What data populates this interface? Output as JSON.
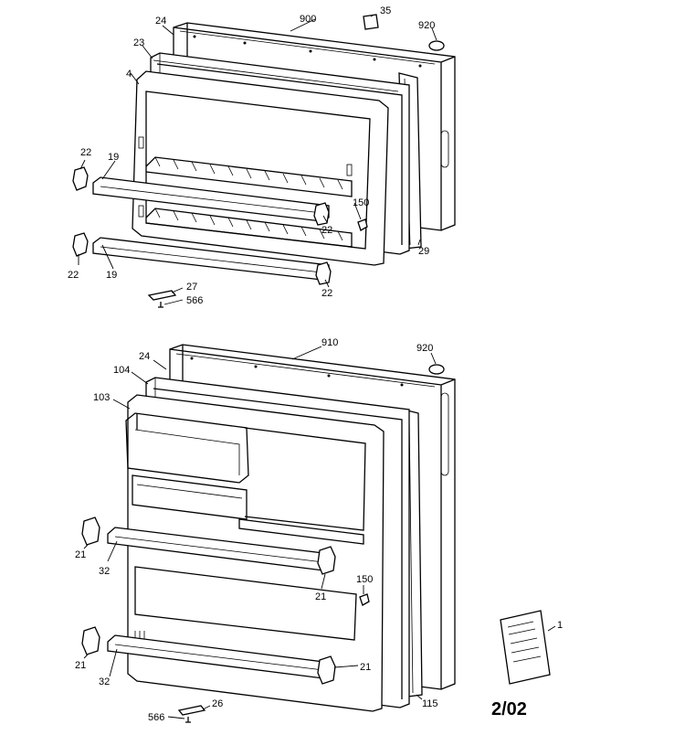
{
  "diagram": {
    "date_code": "2/02",
    "callouts": {
      "c900": "900",
      "c35": "35",
      "c920_top": "920",
      "c24_top": "24",
      "c23": "23",
      "c4": "4",
      "c22_a": "22",
      "c19_a": "19",
      "c150_top": "150",
      "c22_b": "22",
      "c29": "29",
      "c22_c": "22",
      "c19_b": "19",
      "c22_d": "22",
      "c27": "27",
      "c566_top": "566",
      "c910": "910",
      "c920_bot": "920",
      "c24_bot": "24",
      "c104": "104",
      "c103": "103",
      "c21_a": "21",
      "c32_a": "32",
      "c21_b": "21",
      "c150_bot": "150",
      "c1": "1",
      "c21_c": "21",
      "c32_b": "32",
      "c21_d": "21",
      "c115": "115",
      "c26": "26",
      "c566_bot": "566"
    }
  }
}
